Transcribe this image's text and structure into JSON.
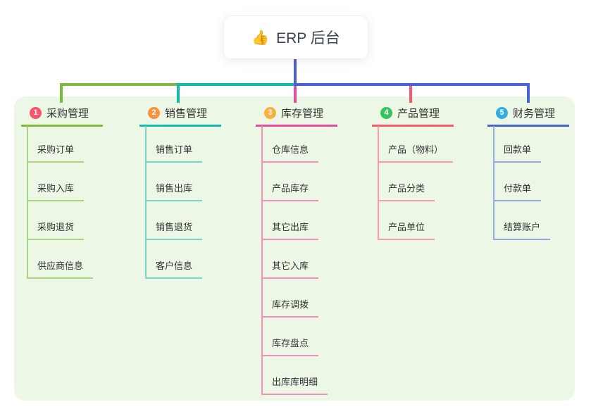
{
  "root": {
    "icon": "👍",
    "label": "ERP 后台"
  },
  "colors": {
    "panel_bg": "#ECF7E6",
    "connector_stem": "#4A5FD6",
    "text": "#333333"
  },
  "branches": [
    {
      "badge": "1",
      "label": "采购管理",
      "badge_color": "#F8566C",
      "line_color": "#7CBB3E",
      "child_line_color": "#A9D582",
      "children": [
        "采购订单",
        "采购入库",
        "采购退货",
        "供应商信息"
      ]
    },
    {
      "badge": "2",
      "label": "销售管理",
      "badge_color": "#F8923C",
      "line_color": "#13BCAD",
      "child_line_color": "#76D4C9",
      "children": [
        "销售订单",
        "销售出库",
        "销售退货",
        "客户信息"
      ]
    },
    {
      "badge": "3",
      "label": "库存管理",
      "badge_color": "#F9B13C",
      "line_color": "#EA4C9B",
      "child_line_color": "#F48FBE",
      "children": [
        "仓库信息",
        "产品库存",
        "其它出库",
        "其它入库",
        "库存调拨",
        "库存盘点",
        "出库库明细"
      ]
    },
    {
      "badge": "4",
      "label": "产品管理",
      "badge_color": "#35C461",
      "line_color": "#F9596C",
      "child_line_color": "#FB9AA4",
      "children": [
        "产品（物料）",
        "产品分类",
        "产品单位"
      ]
    },
    {
      "badge": "5",
      "label": "财务管理",
      "badge_color": "#30AEE4",
      "line_color": "#4664D9",
      "child_line_color": "#96A9E7",
      "children": [
        "回款单",
        "付款单",
        "结算账户"
      ]
    }
  ]
}
